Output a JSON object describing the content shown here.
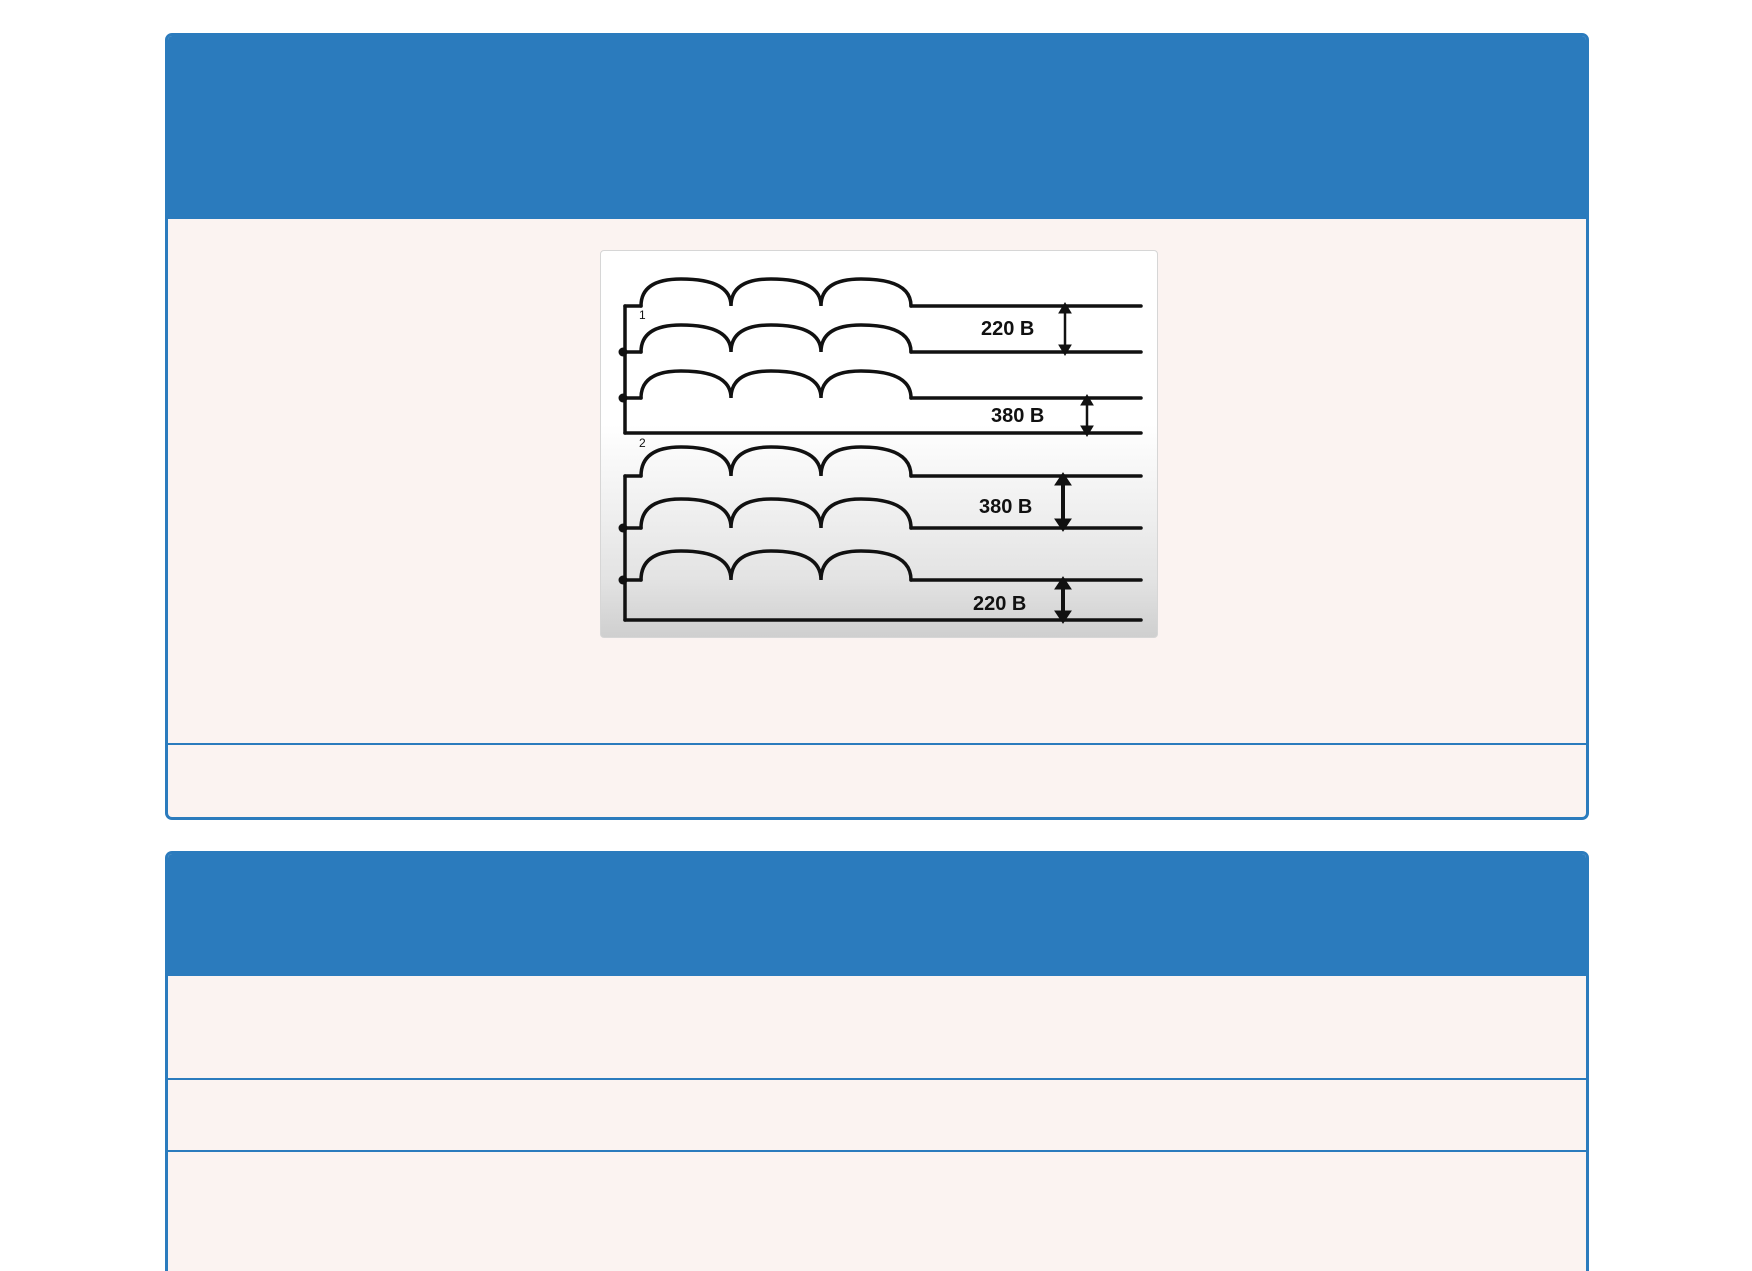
{
  "diagram": {
    "scheme_1": {
      "number": "1",
      "upper_voltage": "220 B",
      "lower_voltage": "380 B"
    },
    "scheme_2": {
      "number": "2",
      "upper_voltage": "380 B",
      "lower_voltage": "220 B"
    }
  },
  "colors": {
    "accent": "#2b7bbd",
    "panel_background": "#fbf3f1"
  }
}
